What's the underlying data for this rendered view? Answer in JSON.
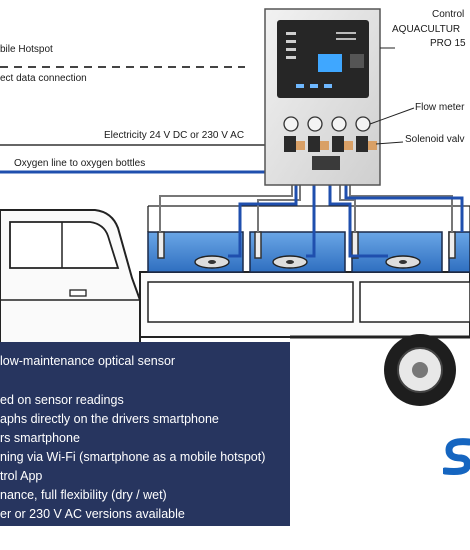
{
  "labels": {
    "mobile_hotspot": "bile Hotspot",
    "direct_data": "ect data connection",
    "control_line1": "Control",
    "control_line2": "AQUACULTUR",
    "control_line3": "PRO 15",
    "flow_meter": "Flow meter",
    "solenoid_valve": "Solenoid valv",
    "electricity": "Electricity 24 V DC or 230 V AC",
    "oxygen_line": "Oxygen line to oxygen bottles"
  },
  "features": [
    "low-maintenance optical sensor",
    "ed on sensor readings",
    "aphs directly on the drivers smartphone",
    "rs smartphone",
    "ning via Wi-Fi (smartphone as a mobile hotspot)",
    "trol App",
    "nance, full flexibility (dry / wet)",
    "er or 230 V AC versions available"
  ],
  "colors": {
    "panel_bg": "#27355f",
    "oxygen_line": "#1f4fae",
    "water": "#4a8fd8",
    "controller": "#e3e3e3",
    "brand": "#1565c0"
  },
  "icons": [
    "controller-screen-icon",
    "flow-meter-icon",
    "solenoid-valve-icon",
    "oxygen-diffuser-icon",
    "brand-logo-icon"
  ]
}
